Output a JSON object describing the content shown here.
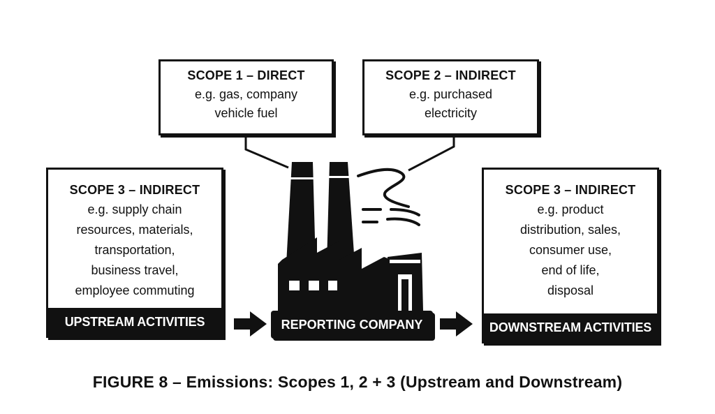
{
  "scope1": {
    "title": "SCOPE 1 – DIRECT",
    "body": "e.g. gas, company\nvehicle fuel"
  },
  "scope2": {
    "title": "SCOPE 2 – INDIRECT",
    "body": "e.g. purchased\nelectricity"
  },
  "upstream": {
    "title": "SCOPE 3 – INDIRECT",
    "body": "e.g. supply chain\nresources, materials,\ntransportation,\nbusiness travel,\nemployee commuting",
    "footer": "UPSTREAM ACTIVITIES"
  },
  "reporting": {
    "label": "REPORTING COMPANY"
  },
  "downstream": {
    "title": "SCOPE 3 – INDIRECT",
    "body": "e.g. product\ndistribution, sales,\nconsumer use,\nend of life,\ndisposal",
    "footer": "DOWNSTREAM ACTIVITIES"
  },
  "caption": "FIGURE 8 – Emissions: Scopes 1, 2 + 3 (Upstream and Downstream)",
  "colors": {
    "ink": "#111111",
    "paper": "#ffffff"
  },
  "icons": [
    "factory-icon",
    "smoke-icon",
    "arrow-right-icon"
  ]
}
